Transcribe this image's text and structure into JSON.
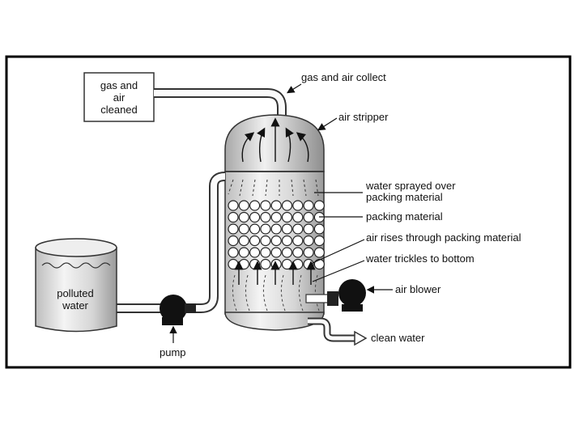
{
  "labels": {
    "gas_cleaned_line1": "gas and",
    "gas_cleaned_line2": "air",
    "gas_cleaned_line3": "cleaned",
    "gas_collect": "gas and air collect",
    "air_stripper": "air stripper",
    "sprayed_line1": "water sprayed over",
    "sprayed_line2": "packing material",
    "packing": "packing material",
    "air_rises": "air rises through packing material",
    "trickles": "water trickles to bottom",
    "air_blower": "air blower",
    "polluted_line1": "polluted",
    "polluted_line2": "water",
    "pump": "pump",
    "clean_water": "clean water"
  }
}
